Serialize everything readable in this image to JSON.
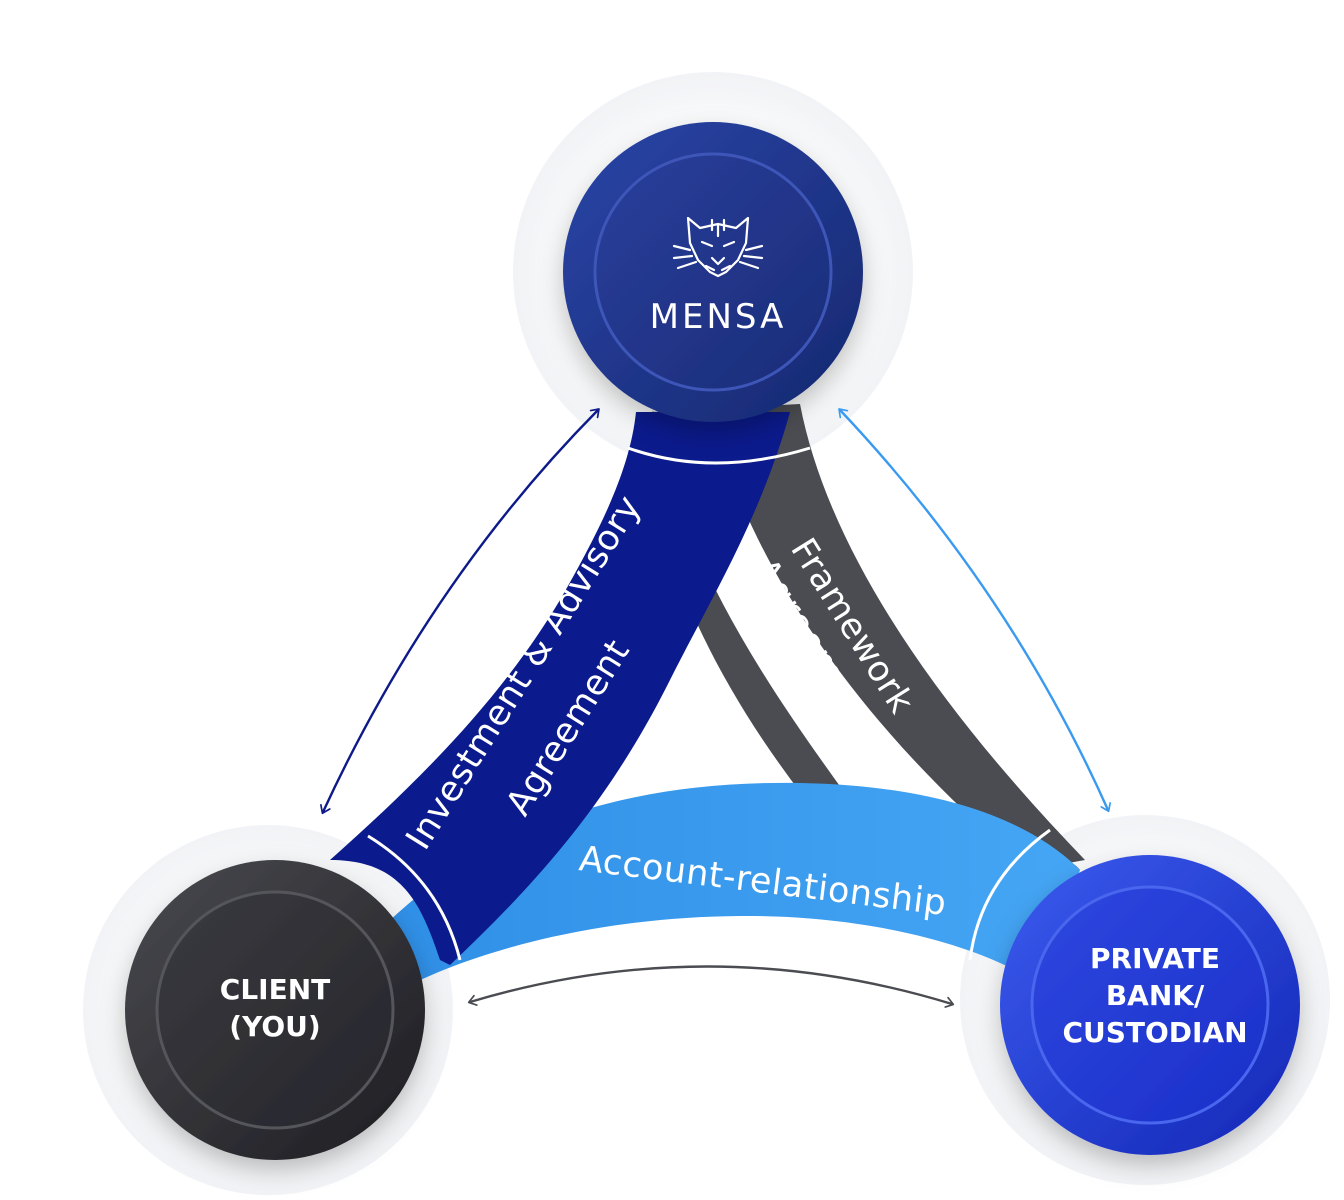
{
  "nodes": {
    "mensa": {
      "label": "MENSA"
    },
    "client": {
      "line1": "CLIENT",
      "line2": "(YOU)"
    },
    "bank": {
      "line1": "PRIVATE",
      "line2": "BANK/",
      "line3": "CUSTODIAN"
    }
  },
  "bands": {
    "left": {
      "line1": "Investment & Advisory",
      "line2": "Agreement"
    },
    "right": {
      "line1": "Framework",
      "line2": "Agreement"
    },
    "bottom": {
      "label": "Account-relationship"
    }
  },
  "colors": {
    "navy_node": "#1f3590",
    "navy_band": "#0b1a8c",
    "gray_band": "#4a4c51",
    "light_blue_band": "#3a9af0",
    "client_node": "#2c2c30",
    "bank_node": "#1f3ad8",
    "arrow_left": "#0d1a8a",
    "arrow_right": "#3a9af0",
    "arrow_bottom": "#4a4c51"
  },
  "icons": {
    "logo": "tiger-head-logo",
    "arrows": "double-headed-arrow"
  }
}
